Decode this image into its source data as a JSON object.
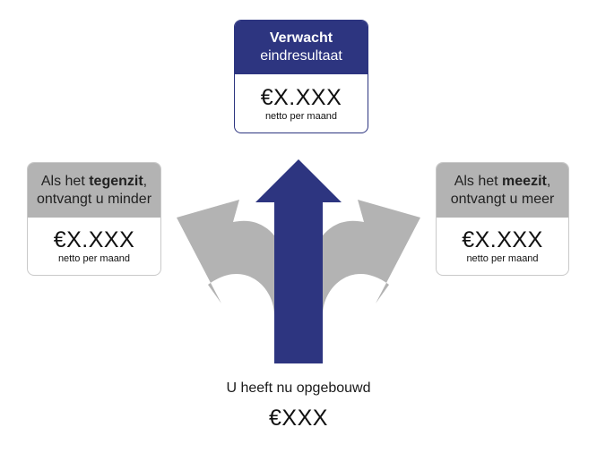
{
  "colors": {
    "navy": "#2d3580",
    "grey_arrow": "#b3b3b3",
    "grey_header": "#b3b3b3"
  },
  "expected": {
    "title_bold": "Verwacht",
    "title_rest": "eindresultaat",
    "amount": "€X.XXX",
    "amount_sub": "netto per maand"
  },
  "against": {
    "line1_pre": "Als het ",
    "line1_bold": "tegenzit",
    "line1_post": ",",
    "line2": "ontvangt u minder",
    "amount": "€X.XXX",
    "amount_sub": "netto per maand"
  },
  "with": {
    "line1_pre": "Als het ",
    "line1_bold": "meezit",
    "line1_post": ",",
    "line2": "ontvangt u meer",
    "amount": "€X.XXX",
    "amount_sub": "netto per maand"
  },
  "current": {
    "label": "U heeft nu opgebouwd",
    "amount": "€XXX"
  }
}
